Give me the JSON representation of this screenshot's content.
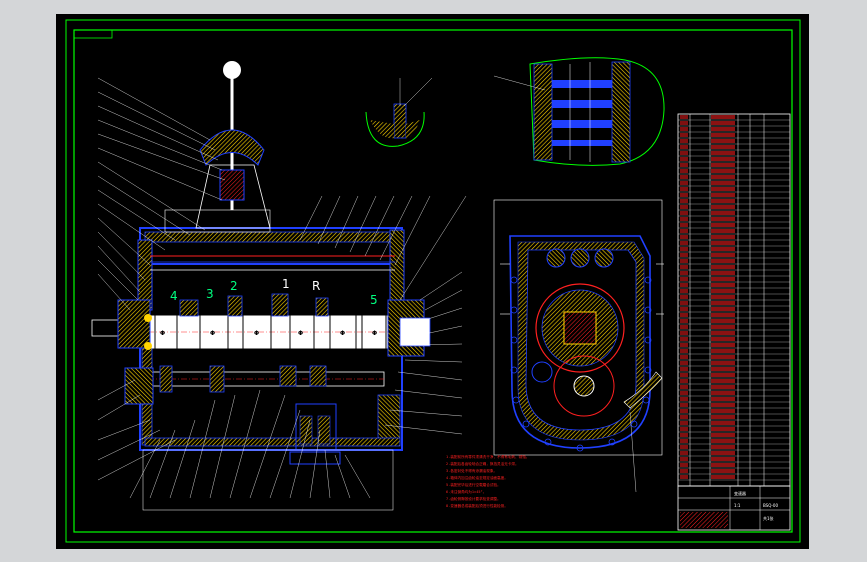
{
  "colors": {
    "window_bg": "#d4d6d8",
    "sheet_bg": "#000000",
    "border_green": "#00ff00",
    "outline_blue": "#2040ff",
    "hatch_yellow": "#ffd400",
    "text_red": "#ff2020",
    "text_white": "#ffffff",
    "outline_white": "#ffffff"
  },
  "drawing": {
    "gear_labels": [
      {
        "id": "g1",
        "text": "1"
      },
      {
        "id": "g2",
        "text": "2"
      },
      {
        "id": "g3",
        "text": "3"
      },
      {
        "id": "g4",
        "text": "4"
      },
      {
        "id": "g5",
        "text": "5"
      },
      {
        "id": "gR",
        "text": "R"
      }
    ]
  },
  "tech_notes": [
    "1.装配前所有零件须清洗干净，不得有毛刺、锈蚀。",
    "2.装配后各齿轮啮合正确，换挡灵活无卡滞。",
    "3.各密封处不得有渗漏油现象。",
    "4.箱体内加注齿轮油至规定油面高度。",
    "5.装配完毕后进行空载磨合试验。",
    "6.未注倒角均为1×45°。",
    "7.齿轮侧隙按设计要求检查调整。",
    "8.变速器总成装配后须进行性能检测。"
  ],
  "title_block": {
    "name": "变速器",
    "drawing_no": "BSQ-00",
    "scale": "1:1",
    "sheet": "共1张"
  }
}
